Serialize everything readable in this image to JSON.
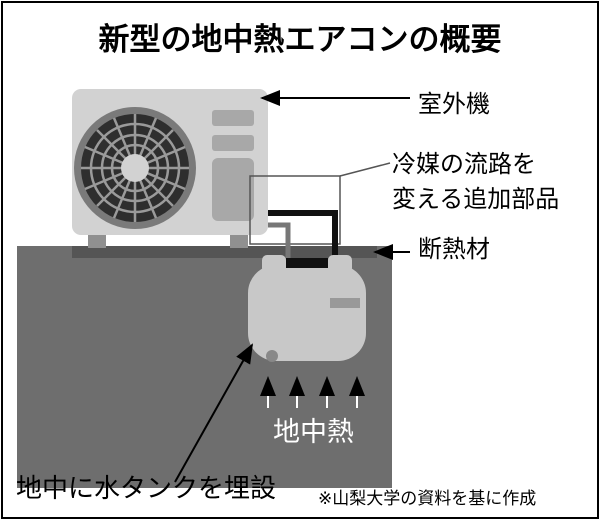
{
  "title": "新型の地中熱エアコンの概要",
  "labels": {
    "outdoor_unit": "室外機",
    "additional_part_line1": "冷媒の流路を",
    "additional_part_line2": "変える追加部品",
    "insulation": "断熱材",
    "geothermal": "地中熱",
    "buried_tank": "地中に水タンクを埋設"
  },
  "note": "※山梨大学の資料を基に作成",
  "colors": {
    "ground": "#6e6e6e",
    "unit": "#d0d0d0",
    "fan": "#3a3a3a",
    "pipe": "#111111",
    "text": "#000000"
  }
}
